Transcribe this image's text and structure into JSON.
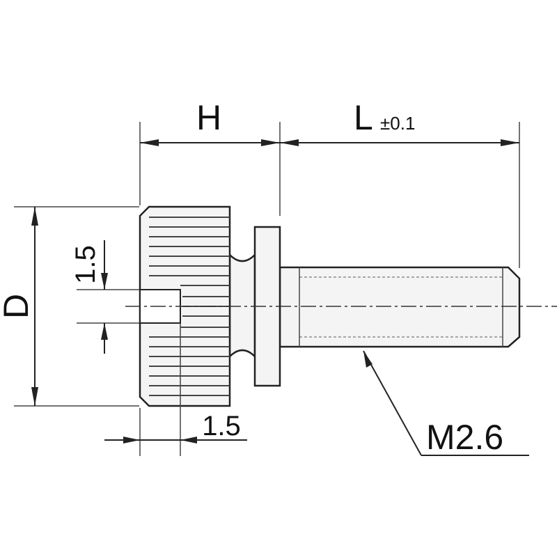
{
  "labels": {
    "h": "H",
    "l": "L",
    "l_tol": "±0.1",
    "d": "D",
    "dim_slot_depth": "1.5",
    "dim_slot_width": "1.5",
    "thread": "M2.6"
  }
}
